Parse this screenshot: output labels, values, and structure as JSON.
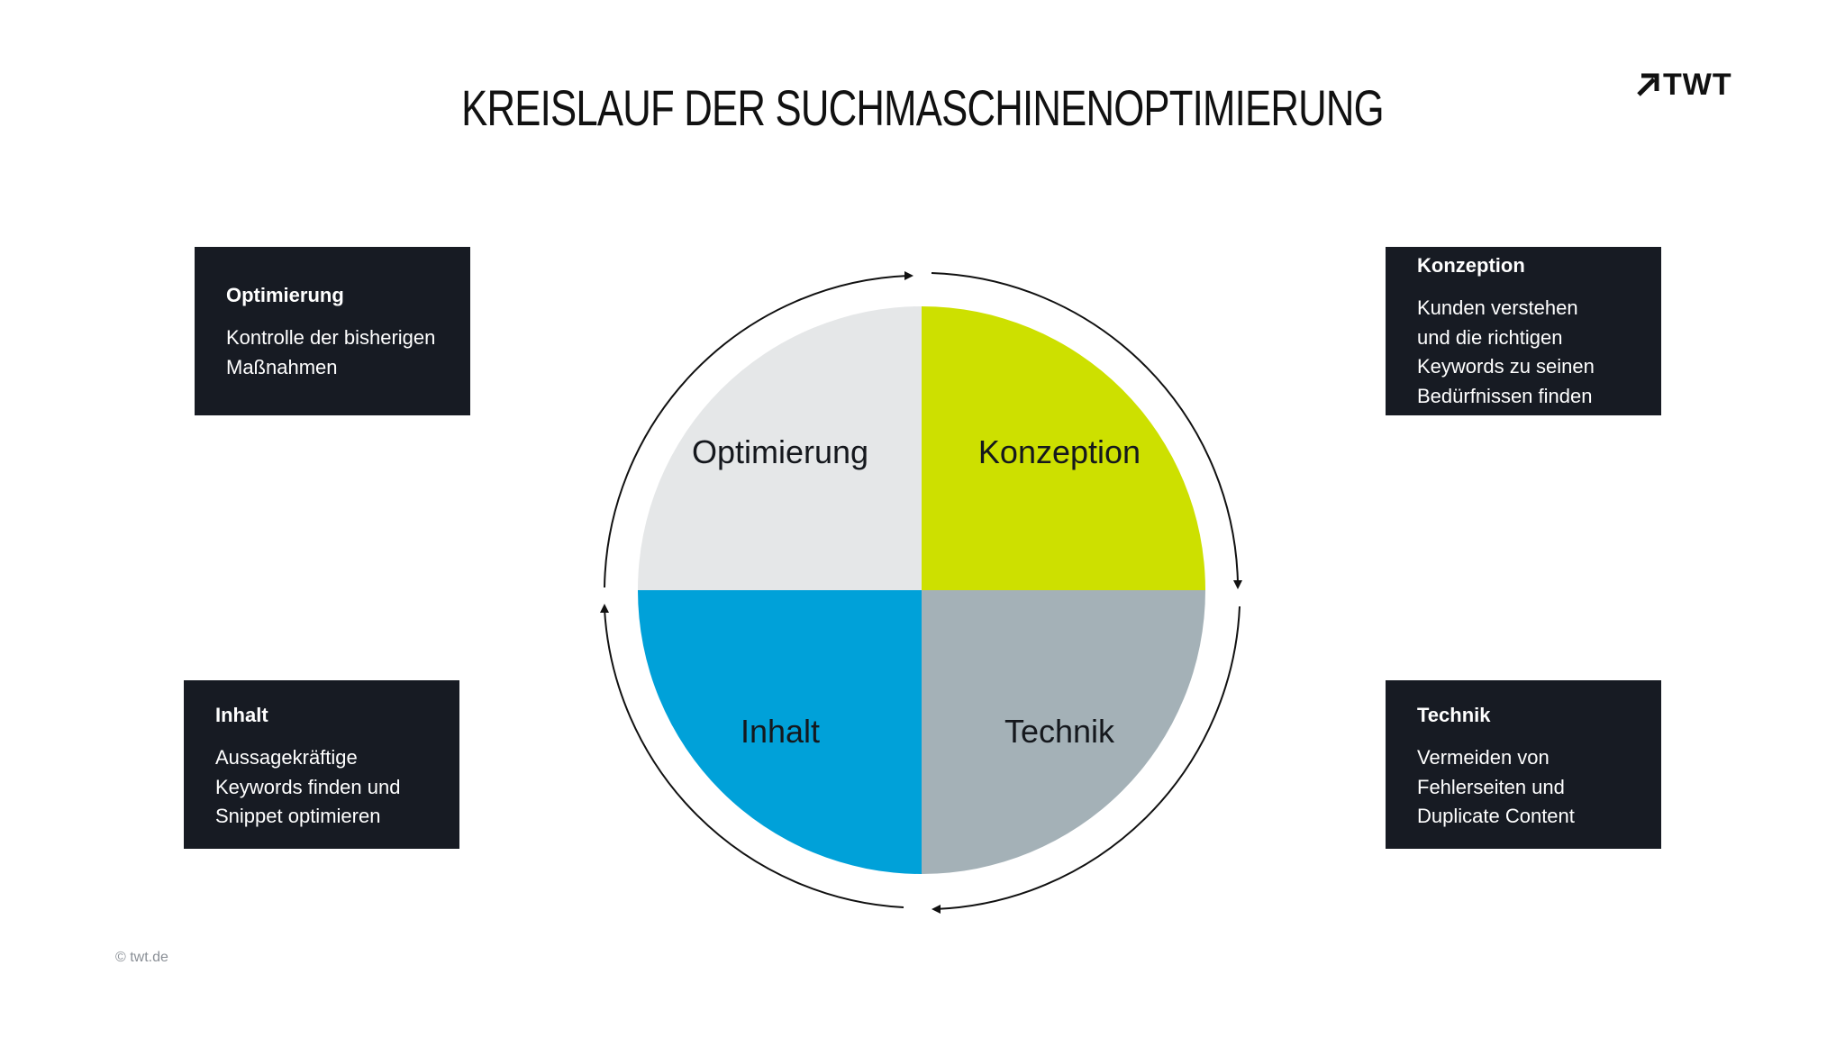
{
  "title": "KREISLAUF DER SUCHMASCHINENOPTIMIERUNG",
  "logo": {
    "text": "TWT",
    "icon": "arrow-up-right-icon"
  },
  "quadrants": [
    {
      "label": "Optimierung",
      "color": "#e5e7e8"
    },
    {
      "label": "Konzeption",
      "color": "#cde000"
    },
    {
      "label": "Technik",
      "color": "#a4b1b7"
    },
    {
      "label": "Inhalt",
      "color": "#00a1d9"
    }
  ],
  "boxes": {
    "optimierung": {
      "title": "Optimierung",
      "text": "Kontrolle der bisherigen\nMaßnahmen"
    },
    "konzeption": {
      "title": "Konzeption",
      "text": "Kunden verstehen\nund die richtigen\nKeywords zu seinen\nBedürfnissen finden"
    },
    "inhalt": {
      "title": "Inhalt",
      "text": "Aussagekräftige\nKeywords finden und\nSnippet optimieren"
    },
    "technik": {
      "title": "Technik",
      "text": "Vermeiden von\nFehlerseiten und\nDuplicate Content"
    }
  },
  "colors": {
    "box_background": "#171b23",
    "text_dark": "#111111"
  },
  "copyright": "© twt.de"
}
